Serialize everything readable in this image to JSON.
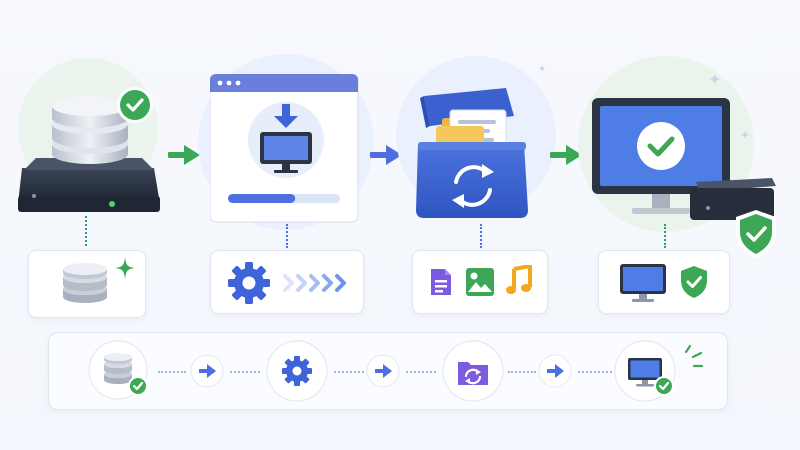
{
  "colors": {
    "background": "#f5f7fc",
    "primary_blue": "#3f63d8",
    "light_blue": "#6f93ea",
    "success_green": "#3ca856",
    "device_dark": "#2b3444",
    "folder_yellow": "#f4bd47",
    "card_border": "#dfe5f3"
  },
  "stages": [
    {
      "id": "source",
      "main_icon": "database-server-icon",
      "badge_icon": "check-circle-icon",
      "detail_icons": [
        "database-icon",
        "sparkle-icon"
      ]
    },
    {
      "id": "install",
      "main_icon": "download-window-icon",
      "progress_fraction": 0.6,
      "detail_icons": [
        "gear-icon",
        "chevrons-right-icon"
      ]
    },
    {
      "id": "sync",
      "main_icon": "sync-box-icon",
      "detail_icons": [
        "document-icon",
        "image-icon",
        "music-note-icon"
      ]
    },
    {
      "id": "destination",
      "main_icon": "monitor-check-icon",
      "badge_icon": "shield-check-icon",
      "detail_icons": [
        "monitor-icon",
        "shield-check-icon"
      ]
    }
  ],
  "connectors": [
    "arrow-right-icon",
    "arrow-right-icon",
    "arrow-right-icon"
  ],
  "summary_flow": {
    "steps": [
      "database-check-icon",
      "gear-icon",
      "folder-sync-icon",
      "monitor-check-icon"
    ],
    "connector": "arrow-right-icon"
  }
}
